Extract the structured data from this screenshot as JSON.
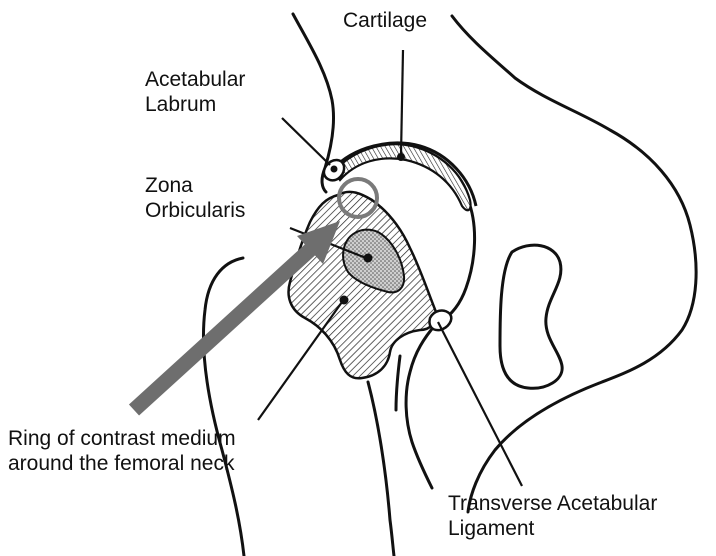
{
  "labels": {
    "cartilage": "Cartilage",
    "acetabular_labrum": [
      "Acetabular",
      "Labrum"
    ],
    "zona_orbicularis": [
      "Zona",
      "Orbicularis"
    ],
    "ring_of_contrast": [
      "Ring of contrast medium",
      "around the femoral neck"
    ],
    "transverse_ligament": [
      "Transverse Acetabular",
      "Ligament"
    ]
  },
  "colors": {
    "outline": "#111111",
    "arrow": "#6e6e6e",
    "ring": "#7a7a7a",
    "hatch": "#222222",
    "stipple": "#555555"
  }
}
